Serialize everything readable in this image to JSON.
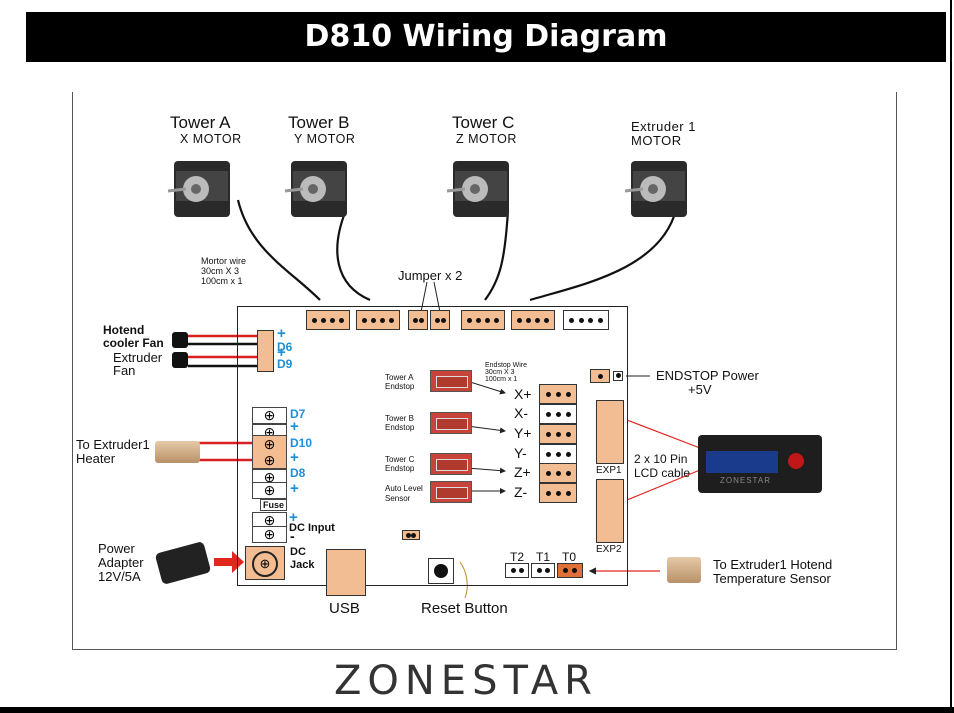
{
  "title": "D810 Wiring Diagram",
  "brand": "ZONESTAR",
  "motors": [
    {
      "name": "Tower A",
      "sub": "X MOTOR"
    },
    {
      "name": "Tower B",
      "sub": "Y MOTOR"
    },
    {
      "name": "Tower C",
      "sub": "Z MOTOR"
    },
    {
      "name": "Extruder 1",
      "sub": "MOTOR"
    }
  ],
  "motor_wire": [
    "Mortor wire",
    "30cm X 3",
    "100cm x 1"
  ],
  "jumper": "Jumper x 2",
  "left_labels": {
    "hotend_fan": [
      "Hotend",
      "cooler Fan"
    ],
    "extruder_fan": [
      "Extruder",
      "Fan"
    ],
    "d6": "D6",
    "d9": "D9",
    "d7": "D7",
    "d10": "D10",
    "d8": "D8",
    "plus": "+",
    "minus": "-",
    "fuse": "Fuse",
    "dc_input": "DC Input",
    "dc_jack": [
      "DC",
      "Jack"
    ],
    "heater": [
      "To Extruder1",
      "Heater"
    ],
    "power_adapter": [
      "Power",
      "Adapter",
      "12V/5A"
    ]
  },
  "endstop_wire": [
    "Endstop Wire",
    "30cm X 3",
    "100cm x 1"
  ],
  "endstops": [
    {
      "label": [
        "Tower A",
        "Endstop"
      ]
    },
    {
      "label": [
        "Tower B",
        "Endstop"
      ]
    },
    {
      "label": [
        "Tower C",
        "Endstop"
      ]
    },
    {
      "label": [
        "Auto Level",
        "Sensor"
      ]
    }
  ],
  "endstop_pins": [
    "X+",
    "X-",
    "Y+",
    "Y-",
    "Z+",
    "Z-"
  ],
  "endstop_power": [
    "ENDSTOP Power",
    "+5V"
  ],
  "exp1": "EXP1",
  "exp2": "EXP2",
  "lcd_cable": [
    "2 x 10 Pin",
    "LCD cable"
  ],
  "lcd_text": "ZONESTAR",
  "temps": [
    "T2",
    "T1",
    "T0"
  ],
  "temp_sensor": [
    "To Extruder1 Hotend",
    "Temperature Sensor"
  ],
  "usb": "USB",
  "reset": "Reset Button",
  "colors": {
    "pin_orange": "#f3bd93",
    "wire_red": "#d92020",
    "label_blue": "#1e8fd6",
    "arrow_red": "#e0281e"
  }
}
